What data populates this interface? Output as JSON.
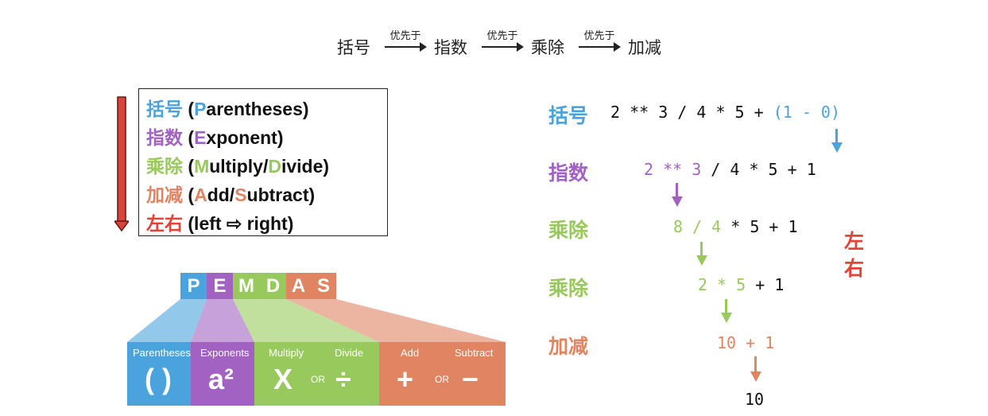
{
  "colors": {
    "paren": "#4aa3dc",
    "expo": "#a262c2",
    "muldiv": "#98c95c",
    "addsub": "#e08462",
    "leftright": "#e2443a",
    "dark": "#111111"
  },
  "chain": {
    "words": [
      "括号",
      "指数",
      "乘除",
      "加减"
    ],
    "arrow_label": "优先于"
  },
  "box": {
    "rows": [
      {
        "zh": "括号",
        "pre": "(",
        "cap": "P",
        "rest": "arentheses",
        "cap2": "",
        "rest2": "",
        "post": ")"
      },
      {
        "zh": "指数",
        "pre": "(",
        "cap": "E",
        "rest": "xponent",
        "cap2": "",
        "rest2": "",
        "post": ")"
      },
      {
        "zh": "乘除",
        "pre": "(",
        "cap": "M",
        "rest": "ultiply/",
        "cap2": "D",
        "rest2": "ivide",
        "post": ")"
      },
      {
        "zh": "加减",
        "pre": "(",
        "cap": "A",
        "rest": "dd/",
        "cap2": "S",
        "rest2": "ubtract",
        "post": ")"
      },
      {
        "zh": "左右",
        "text": "(left ⇨ right)"
      }
    ]
  },
  "pemdas": {
    "letters": [
      "P",
      "E",
      "M",
      "D",
      "A",
      "S"
    ],
    "panels": {
      "paren": {
        "label": "Parentheses",
        "symbol": "( )"
      },
      "expo": {
        "label": "Exponents",
        "symbol": "a²"
      },
      "muldiv": {
        "label1": "Multiply",
        "label2": "Divide",
        "symbol1": "X",
        "or": "OR",
        "symbol2": "÷"
      },
      "addsub": {
        "label1": "Add",
        "label2": "Subtract",
        "symbol1": "+",
        "or": "OR",
        "symbol2": "−"
      }
    }
  },
  "steps": {
    "labels": [
      "括号",
      "指数",
      "乘除",
      "乘除",
      "加减"
    ],
    "leftright": [
      "左",
      "右"
    ],
    "exprs": {
      "s1_a": "2 ** 3 / 4 * 5 + ",
      "s1_b": "(1 - 0)",
      "s2_a": "2 ** 3",
      "s2_b": " / 4 * 5 + 1",
      "s3_a": "8 / 4",
      "s3_b": " * 5 + 1",
      "s4_a": "2 * 5",
      "s4_b": " + 1",
      "s5_a": "10 + 1",
      "s6": "10"
    }
  }
}
